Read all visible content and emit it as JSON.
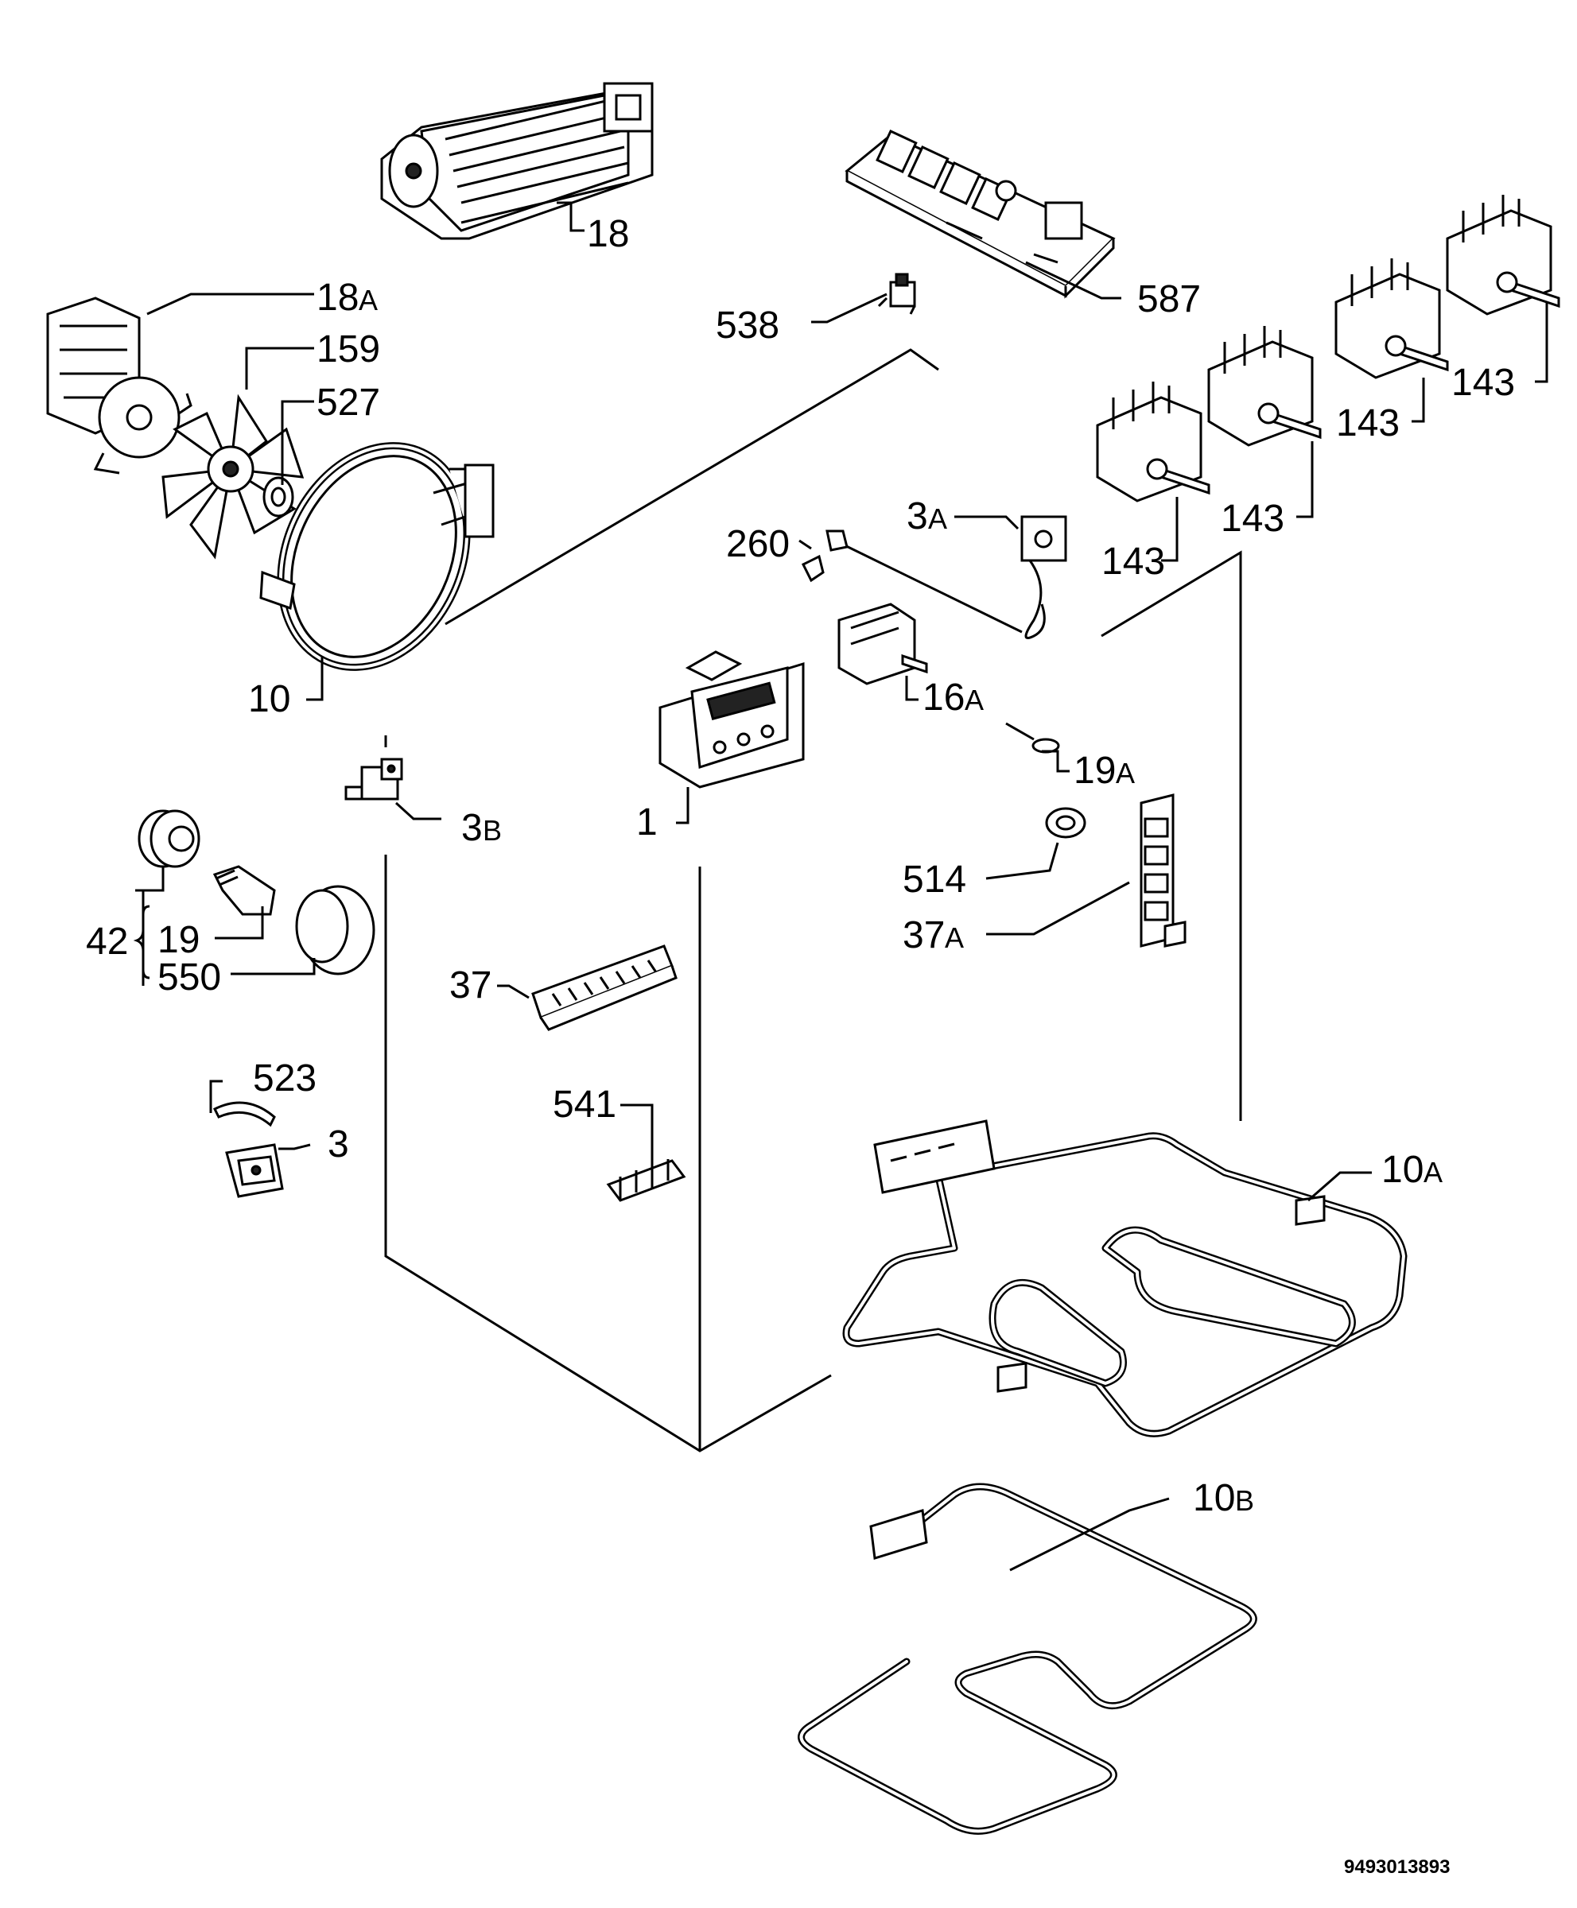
{
  "diagram": {
    "document_number": "9493013893",
    "labels": {
      "p18": "18",
      "p18a": "18",
      "p159": "159",
      "p527": "527",
      "p10": "10",
      "p538": "538",
      "p587": "587",
      "p143": "143",
      "p3a": "3",
      "p260": "260",
      "p16a": "16",
      "p1": "1",
      "p3b": "3",
      "p19a": "19",
      "p514": "514",
      "p37a": "37",
      "p42": "42",
      "p19": "19",
      "p550": "550",
      "p37": "37",
      "p523": "523",
      "p3": "3",
      "p541": "541",
      "p10a": "10",
      "p10b": "10"
    },
    "suffixes": {
      "a": "A",
      "b": "B"
    }
  }
}
